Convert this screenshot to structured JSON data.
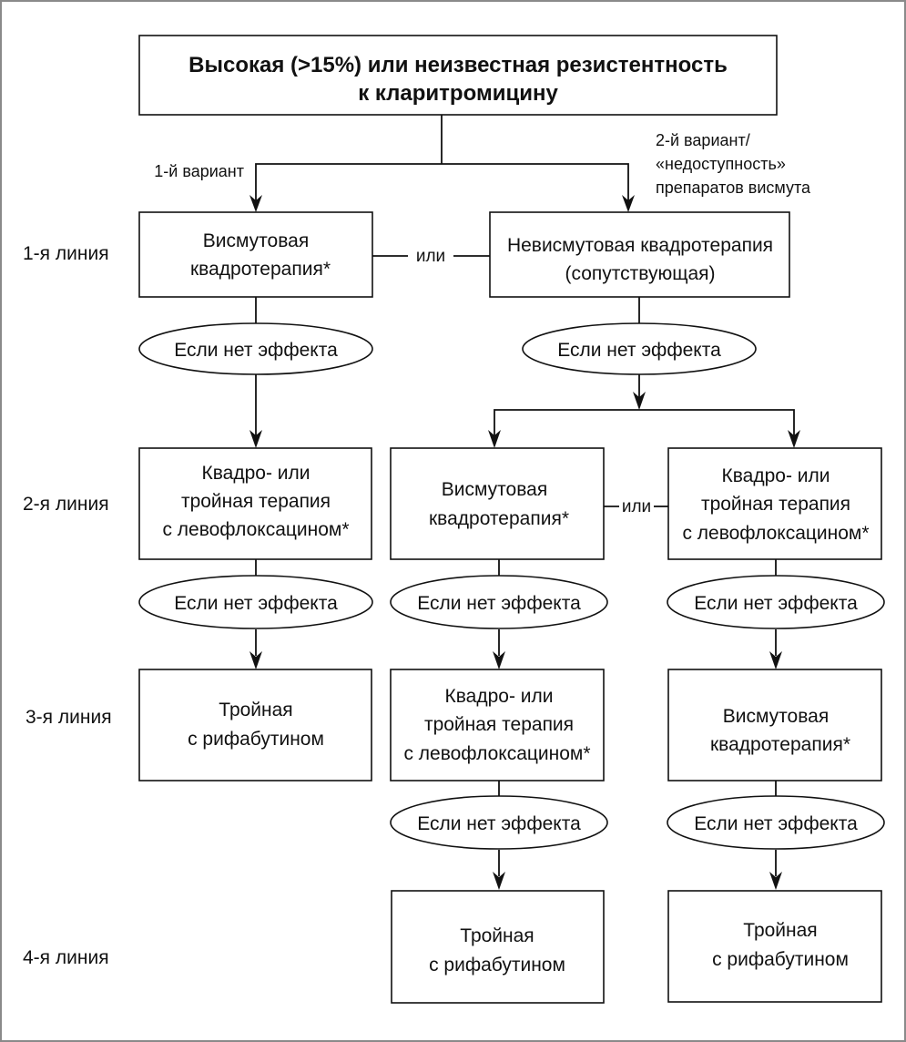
{
  "title": {
    "lines": [
      "Высокая (>15%) или неизвестная резистентность",
      "к кларитромицину"
    ]
  },
  "branches": {
    "first": "1-й вариант",
    "second": [
      "2-й вариант/",
      "«недоступность»",
      "препаратов висмута"
    ]
  },
  "line_labels": [
    "1-я линия",
    "2-я линия",
    "3-я линия",
    "4-я линия"
  ],
  "or_label": "или",
  "no_effect_label": "Если нет эффекта",
  "boxes": {
    "r1_left": [
      "Висмутовая",
      "квадротерапия*"
    ],
    "r1_right": [
      "Невисмутовая квадротерапия",
      "(сопутствующая)"
    ],
    "r2_left": [
      "Квадро- или",
      "тройная терапия",
      "с левофлоксацином*"
    ],
    "r2_mid": [
      "Висмутовая",
      "квадротерапия*"
    ],
    "r2_right": [
      "Квадро- или",
      "тройная терапия",
      "с левофлоксацином*"
    ],
    "r3_left": [
      "Тройная",
      "с рифабутином"
    ],
    "r3_mid": [
      "Квадро- или",
      "тройная терапия",
      "с левофлоксацином*"
    ],
    "r3_right": [
      "Висмутовая",
      "квадротерапия*"
    ],
    "r4_mid": [
      "Тройная",
      "с рифабутином"
    ],
    "r4_right": [
      "Тройная",
      "с рифабутином"
    ]
  }
}
